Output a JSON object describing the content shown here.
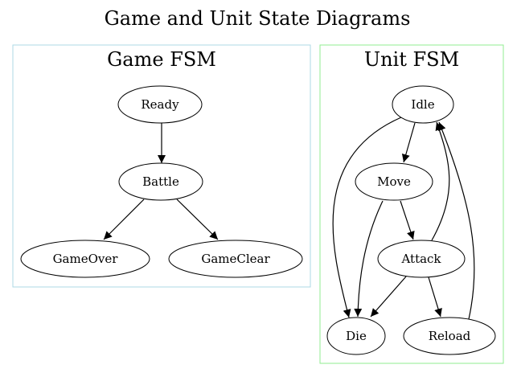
{
  "title": "Game and Unit State Diagrams",
  "colors": {
    "game_cluster_border": "#add8e6",
    "unit_cluster_border": "#90ee90",
    "edge": "#000000",
    "node_border": "#000000"
  },
  "clusters": {
    "game": {
      "label": "Game FSM",
      "nodes": {
        "ready": "Ready",
        "battle": "Battle",
        "gameover": "GameOver",
        "gameclear": "GameClear"
      },
      "edges": [
        [
          "Ready",
          "Battle"
        ],
        [
          "Battle",
          "GameOver"
        ],
        [
          "Battle",
          "GameClear"
        ]
      ]
    },
    "unit": {
      "label": "Unit FSM",
      "nodes": {
        "idle": "Idle",
        "move": "Move",
        "attack": "Attack",
        "die": "Die",
        "reload": "Reload"
      },
      "edges": [
        [
          "Idle",
          "Move"
        ],
        [
          "Idle",
          "Die"
        ],
        [
          "Move",
          "Attack"
        ],
        [
          "Move",
          "Die"
        ],
        [
          "Attack",
          "Idle"
        ],
        [
          "Attack",
          "Die"
        ],
        [
          "Attack",
          "Reload"
        ],
        [
          "Reload",
          "Idle"
        ]
      ]
    }
  }
}
